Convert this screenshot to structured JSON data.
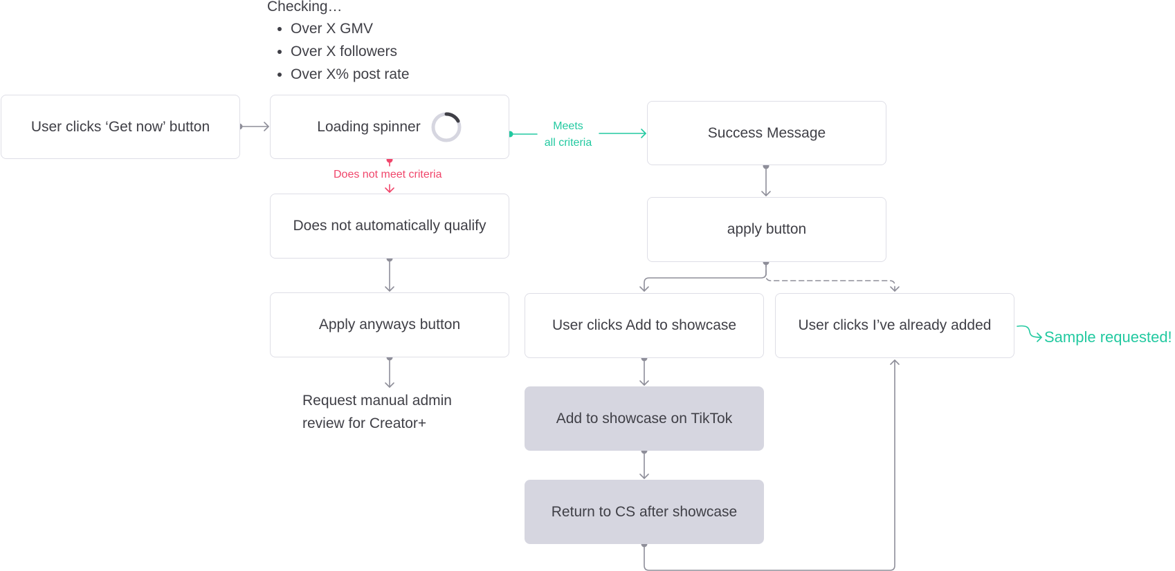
{
  "checking": {
    "title": "Checking…",
    "items": [
      "Over X GMV",
      "Over X followers",
      "Over X% post rate"
    ]
  },
  "nodes": {
    "get_now": "User clicks ‘Get now’ button",
    "loading": "Loading spinner",
    "success": "Success Message",
    "not_qualify": "Does not automatically qualify",
    "apply_button": "apply button",
    "apply_anyways": "Apply anyways button",
    "add_showcase": "User clicks Add to showcase",
    "already_added": "User clicks I’ve already added",
    "add_tiktok": "Add to showcase on TikTok",
    "return_cs": "Return to CS after showcase"
  },
  "notes": {
    "manual_review_line1": "Request manual admin",
    "manual_review_line2": "review for Creator+"
  },
  "edge_labels": {
    "fail": "Does not meet criteria",
    "meets_line1": "Meets",
    "meets_line2": "all criteria",
    "sample": "Sample requested!"
  },
  "colors": {
    "success_green": "#22c9a0",
    "fail_red": "#f0456a",
    "connector_gray": "#8e8e99",
    "node_border": "#dedee6",
    "node_fill": "#d6d6e0",
    "text": "#3f3f46"
  }
}
